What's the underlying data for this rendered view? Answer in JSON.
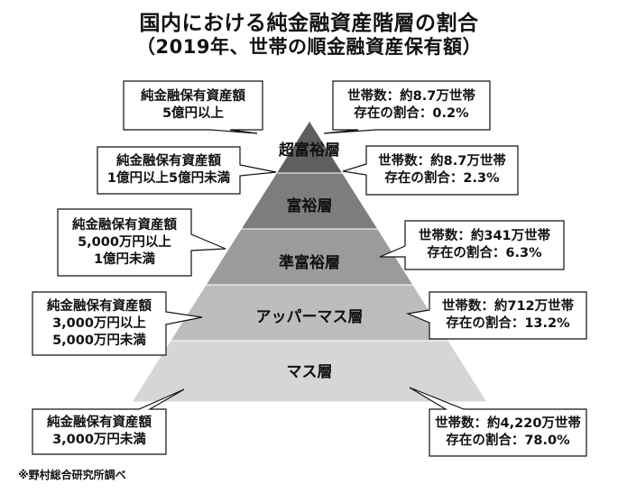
{
  "title_line1": "国内における純金融資産階層の割合",
  "title_line2": "（2019年、世帯の順金融資産保有額）",
  "layers": [
    {
      "name": "超富裕層",
      "color": "#5f5f5f"
    },
    {
      "name": "富裕層",
      "color": "#7d7d7d"
    },
    {
      "name": "準富裕層",
      "color": "#9b9b9b"
    },
    {
      "name": "アッパーマス層",
      "color": "#bdbdbd"
    },
    {
      "name": "マス層",
      "color": "#d6d6d6"
    }
  ],
  "left_callouts": [
    {
      "lines": [
        "純金融保有資産額",
        "5億円以上"
      ]
    },
    {
      "lines": [
        "純金融保有資産額",
        "1億円以上5億円未満"
      ]
    },
    {
      "lines": [
        "純金融保有資産額",
        "5,000万円以上",
        "1億円未満"
      ]
    },
    {
      "lines": [
        "純金融保有資産額",
        "3,000万円以上",
        "5,000万円未満"
      ]
    },
    {
      "lines": [
        "純金融保有資産額",
        "3,000万円未満"
      ]
    }
  ],
  "right_callouts": [
    {
      "lines": [
        "世帯数：約8.7万世帯",
        "存在の割合：0.2%"
      ]
    },
    {
      "lines": [
        "世帯数：約8.7万世帯",
        "存在の割合：2.3%"
      ]
    },
    {
      "lines": [
        "世帯数：約341万世帯",
        "存在の割合：6.3%"
      ]
    },
    {
      "lines": [
        "世帯数：約712万世帯",
        "存在の割合：13.2%"
      ]
    },
    {
      "lines": [
        "世帯数：約4,220万世帯",
        "存在の割合：78.0%"
      ]
    }
  ],
  "source": "※野村総合研究所調べ"
}
